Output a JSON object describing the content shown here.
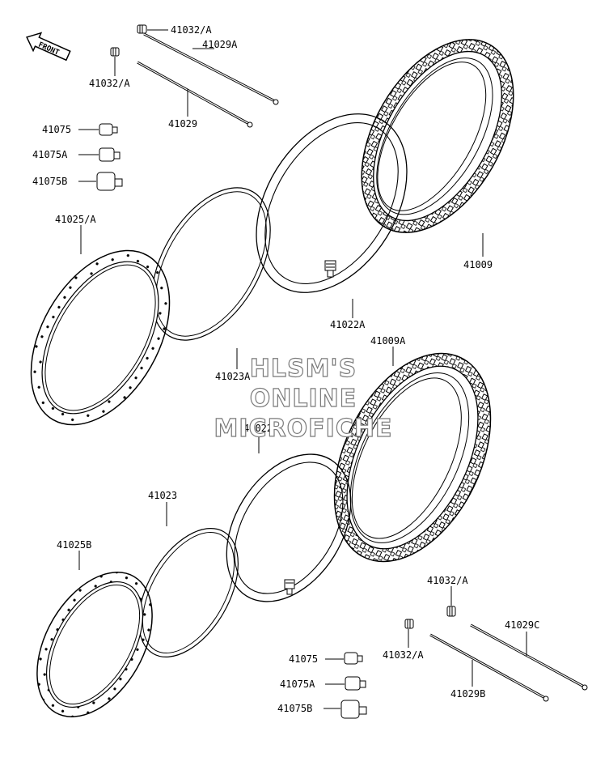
{
  "front_badge": "FRONT",
  "watermark": [
    "HLSM'S",
    "ONLINE",
    "MICROFICHE"
  ],
  "labels": {
    "l41032a_top": "41032/A",
    "l41029a": "41029A",
    "l41032a_left": "41032/A",
    "l41029": "41029",
    "l41075_top": "41075",
    "l41075a_top": "41075A",
    "l41075b_top": "41075B",
    "l41025a": "41025/A",
    "l41009": "41009",
    "l41022a": "41022A",
    "l41023a": "41023A",
    "l41009a": "41009A",
    "l41022": "41022",
    "l41023": "41023",
    "l41025b": "41025B",
    "l41032a_br": "41032/A",
    "l41029c": "41029C",
    "l41032a_bm": "41032/A",
    "l41075_bot": "41075",
    "l41075a_bot": "41075A",
    "l41075b_bot": "41075B",
    "l41029b": "41029B"
  }
}
